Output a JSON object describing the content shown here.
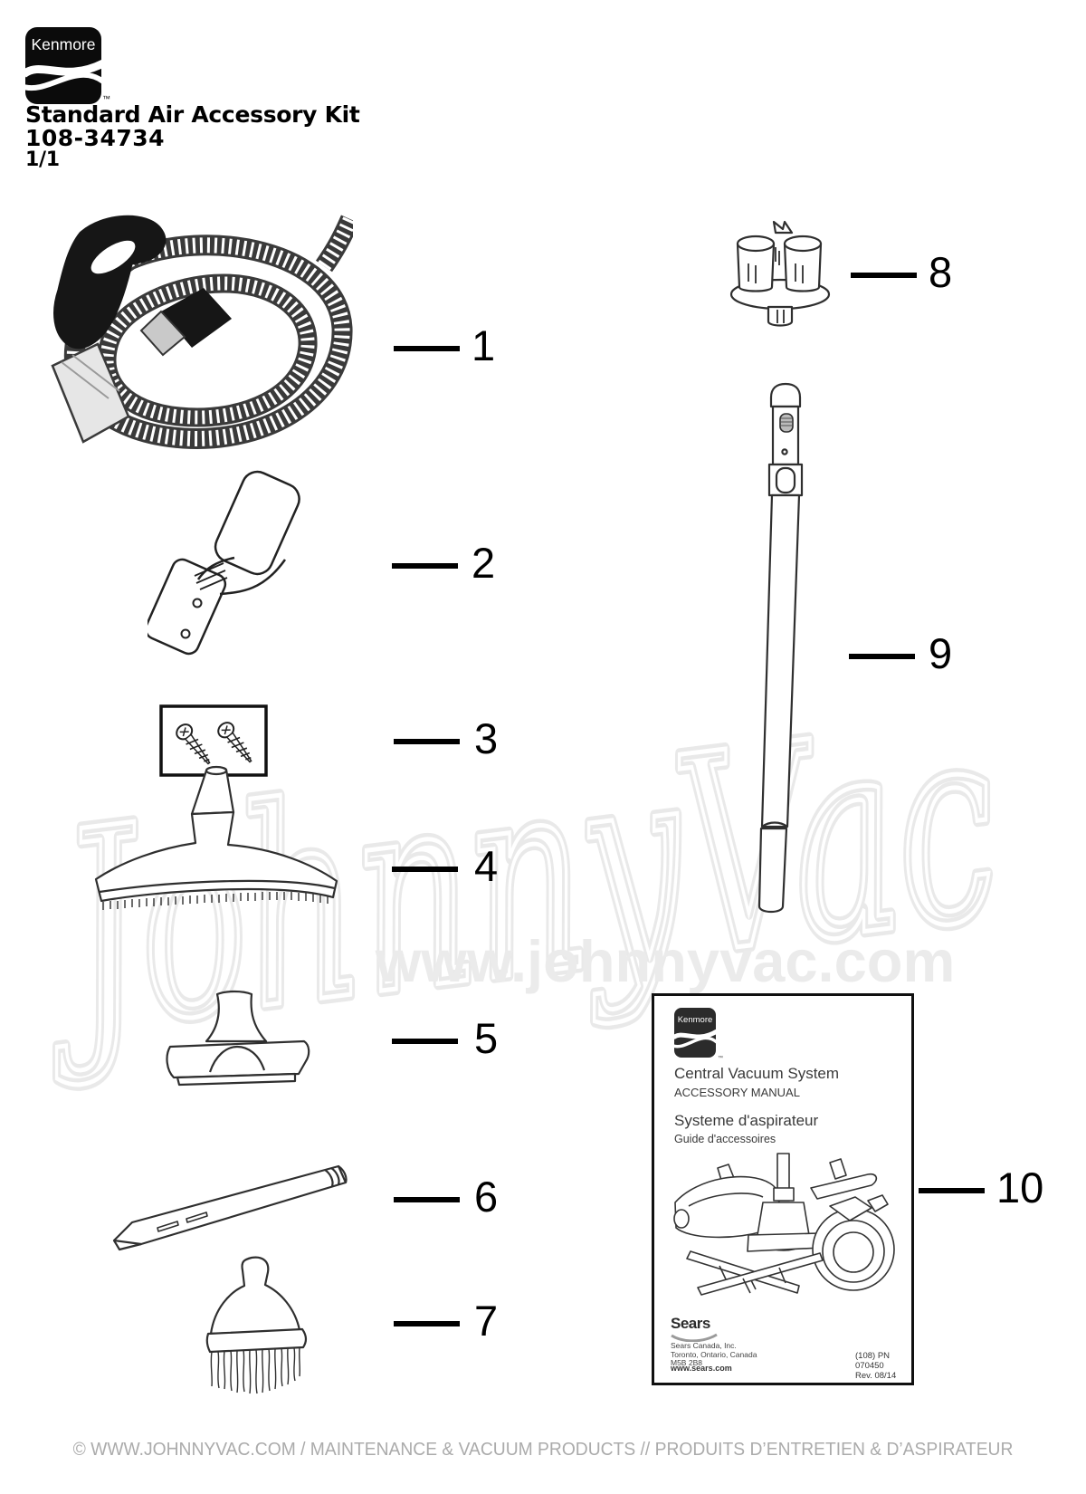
{
  "header": {
    "brand": "Kenmore",
    "trademark": "™",
    "title": "Standard Air Accessory Kit",
    "part_number": "108-34734",
    "page": "1/1"
  },
  "watermark": {
    "script": "JohnnyVac",
    "url": "www.johnnyvac.com"
  },
  "callouts": [
    "1",
    "2",
    "3",
    "4",
    "5",
    "6",
    "7",
    "8",
    "9",
    "10"
  ],
  "manual": {
    "brand": "Kenmore",
    "trademark": "™",
    "title": "Central Vacuum System",
    "subtitle": "ACCESSORY MANUAL",
    "title_fr": "Systeme d'aspirateur",
    "subtitle_fr": "Guide d'accessoires",
    "publisher": "Sears",
    "address1": "Sears Canada, Inc.",
    "address2": "Toronto, Ontario, Canada",
    "address3": "M5B 2B8",
    "website": "www.sears.com",
    "pn": "(108) PN 070450",
    "rev": "Rev. 08/14"
  },
  "footer": {
    "text": "© WWW.JOHNNYVAC.COM / MAINTENANCE & VACUUM PRODUCTS  //  PRODUITS D’ENTRETIEN & D’ASPIRATEUR"
  }
}
